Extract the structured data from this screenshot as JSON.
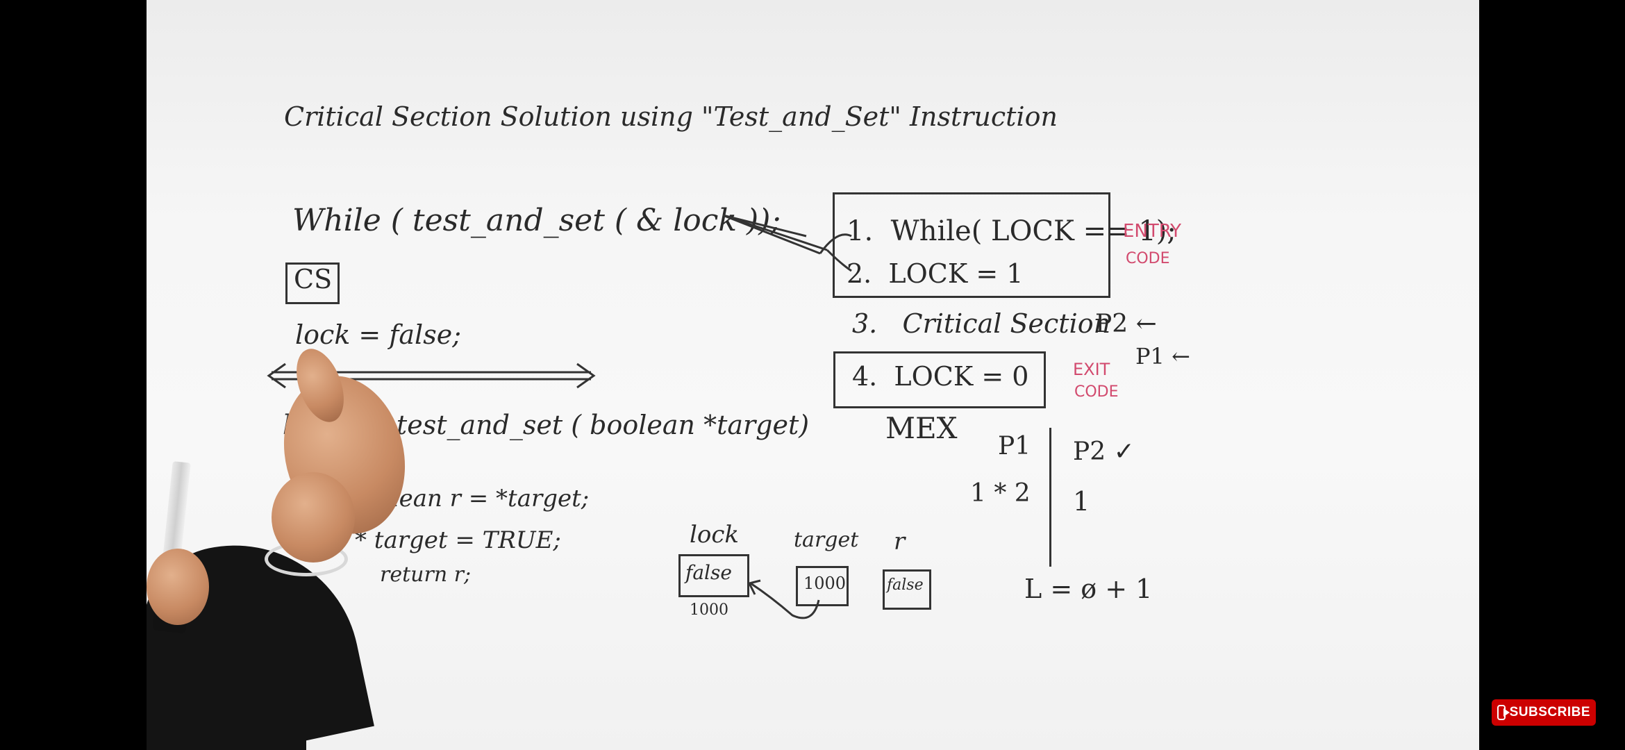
{
  "board": {
    "title": "Critical Section Solution using \"Test_and_Set\" Instruction",
    "entry_call": "While ( test_and_set ( & lock ));",
    "cs_box": "CS",
    "unlock": "lock = false;",
    "func_sig": "boolean test_and_set ( boolean *target)",
    "func_body": {
      "open": "{",
      "line1": "boolean r = *target;",
      "line2": "* target = TRUE;",
      "line3": "return r;",
      "close": "}"
    },
    "steps": {
      "s1": "1.  While( LOCK == 1);",
      "s2": "2.  LOCK = 1",
      "s3": "3.   Critical Section",
      "s4": "4.  LOCK = 0"
    },
    "labels": {
      "entry": "ENTRY",
      "entry2": "CODE",
      "exit": "EXIT",
      "exit2": "CODE",
      "p2_arrow": "P2 ←",
      "p1_arrow": "P1 ←"
    },
    "mex": "MEX",
    "table": {
      "p1": "P1",
      "p2": "P2 ✓",
      "p1_vals": "1 * 2",
      "p2_vals": "1",
      "l_eq": "L = ø + 1"
    },
    "memory": {
      "lock_label": "lock",
      "lock_value": "false",
      "lock_addr": "1000",
      "target_label": "target",
      "target_value": "1000",
      "r_label": "r",
      "r_value": "false"
    }
  },
  "subscribe": {
    "label": "SUBSCRIBE"
  },
  "colors": {
    "ink": "#2a2a2a",
    "pink": "#d24a6e",
    "subscribe": "#cc0000"
  }
}
